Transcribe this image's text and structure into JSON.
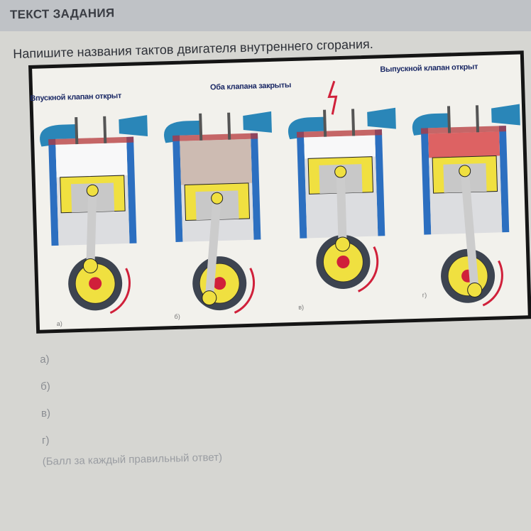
{
  "header": {
    "title": "ТЕКСТ ЗАДАНИЯ"
  },
  "question": "Напишите названия тактов двигателя внутреннего сгорания.",
  "figure": {
    "captions": [
      "Впускной клапан открыт",
      "Оба клапана закрыты",
      "Выпускной клапан открыт"
    ],
    "panel_letters": [
      "а)",
      "б)",
      "в)",
      "г)"
    ]
  },
  "answers": [
    "а)",
    "б)",
    "в)",
    "г)"
  ],
  "note": "(Балл за каждый правильный ответ)",
  "colors": {
    "cylinder": "#2c6fc0",
    "piston": "#f0e040",
    "accent": "#d0203a",
    "frame": "#151515"
  }
}
